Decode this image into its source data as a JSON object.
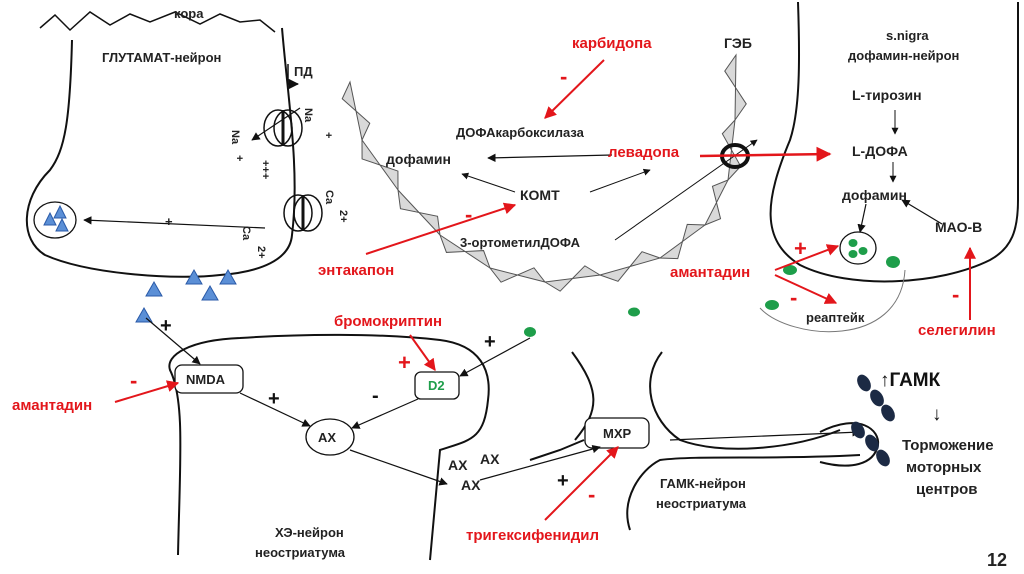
{
  "labels": {
    "kora": "кора",
    "glutamat_neuron": "ГЛУТАМАТ-нейрон",
    "pd": "ПД",
    "na": "Na",
    "plus": "+",
    "plus3": "+++",
    "ca": "Ca",
    "two_plus": "2+",
    "gab": "ГЭБ",
    "snigra": "s.nigra",
    "dopamin_neuron": "дофамин-нейрон",
    "l_tirozin": "L-тирозин",
    "l_dofa": "L-ДОФА",
    "dofamin": "дофамин",
    "mao_b": "МАО-В",
    "dofa_karboksilaza": "ДОФАкарбоксилаза",
    "komt": "КОМТ",
    "ortometil": "3-ортометилДОФА",
    "reuptake": "реаптейк",
    "nmda": "NMDA",
    "d2": "D2",
    "ax": "АХ",
    "mhr": "МХР",
    "he_neuron_1": "ХЭ-нейрон",
    "he_neuron_2": "неостриатума",
    "gamk_neuron_1": "ГАМК-нейрон",
    "gamk_neuron_2": "неостриатума",
    "gamk": "↑ГАМК",
    "down_arrow": "↓",
    "inhibition_1": "Торможение",
    "inhibition_2": "моторных",
    "inhibition_3": "центров",
    "page_number": "12",
    "minus": "-"
  },
  "drugs": {
    "karbidopa": "карбидопа",
    "levadopa": "левадопа",
    "entakapon": "энтакапон",
    "amantadin": "амантадин",
    "bromokriptin": "бромокриптин",
    "selegilin": "селегилин",
    "trigeksifenidil": "тригексифенидил"
  },
  "colors": {
    "red": "#e3161b",
    "green_dot": "#1e9e4a",
    "blue_triangle": "#5b8fd6",
    "navy_vesicle": "#1c2a44",
    "bbb_gray": "#d9d9d9"
  }
}
